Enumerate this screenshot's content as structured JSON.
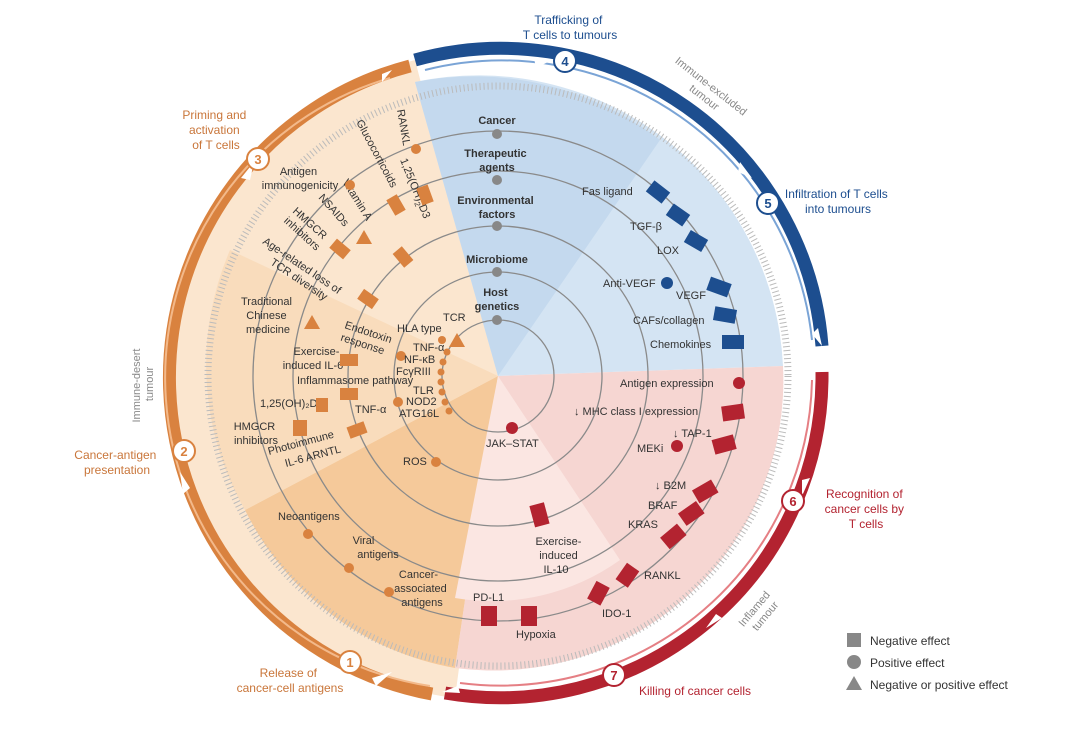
{
  "steps": [
    {
      "num": "1",
      "label": [
        "Release of",
        "cancer-cell antigens"
      ]
    },
    {
      "num": "2",
      "label": [
        "Cancer-antigen",
        "presentation"
      ]
    },
    {
      "num": "3",
      "label": [
        "Priming and",
        "activation",
        "of T cells"
      ]
    },
    {
      "num": "4",
      "label": [
        "Trafficking of",
        "T cells to tumours"
      ]
    },
    {
      "num": "5",
      "label": [
        "Infiltration of T cells",
        "into tumours"
      ]
    },
    {
      "num": "6",
      "label": [
        "Recognition of",
        "cancer cells by",
        "T cells"
      ]
    },
    {
      "num": "7",
      "label": [
        "Killing of cancer cells"
      ]
    }
  ],
  "regions": {
    "desert": [
      "Immune-desert",
      "tumour"
    ],
    "excluded": [
      "Immune-excluded",
      "tumour"
    ],
    "inflamed": [
      "Inflamed",
      "tumour"
    ]
  },
  "rings": [
    {
      "label": [
        "Cancer"
      ]
    },
    {
      "label": [
        "Therapeutic",
        "agents"
      ]
    },
    {
      "label": [
        "Environmental",
        "factors"
      ]
    },
    {
      "label": [
        "Microbiome"
      ]
    },
    {
      "label": [
        "Host",
        "genetics"
      ]
    }
  ],
  "factors": {
    "rankl_top": "RANKL",
    "glucocorticoids": "Glucocorticoids",
    "vitd_pre": "1,25(OH)",
    "vitd_sub": "2",
    "vitd_post": "D3",
    "vitamin_a": "Vitamin A",
    "nsaids": "NSAIDs",
    "antigen_immuno": [
      "Antigen",
      "immunogenicity"
    ],
    "hmgcr_top": [
      "HMGCR",
      "inhibitors"
    ],
    "age_loss": [
      "Age-related loss of",
      "TCR diversity"
    ],
    "tcm": [
      "Traditional",
      "Chinese",
      "medicine"
    ],
    "endotoxin": [
      "Endotoxin",
      "response"
    ],
    "exercise_il6": [
      "Exercise-",
      "induced IL-6"
    ],
    "hla": "HLA type",
    "tcr": "TCR",
    "tnfa_a": "TNF-α",
    "nfkb": "NF-κB",
    "fcgr": "FcγRIII",
    "inflammasome": "Inflammasome pathway",
    "tlr": "TLR",
    "nod2": "NOD2",
    "atg16l": "ATG16L",
    "vitd_lower": "1,25(OH)₂D3",
    "tnfa_b": "TNF-α",
    "hmgcr_bottom": [
      "HMGCR",
      "inhibitors"
    ],
    "photoimmune": "Photoimmune",
    "il6_arntl": "IL-6 ARNTL",
    "ros": "ROS",
    "neoantigens": "Neoantigens",
    "viral": [
      "Viral",
      "antigens"
    ],
    "cancer_assoc": [
      "Cancer-",
      "associated",
      "antigens"
    ],
    "fas": "Fas ligand",
    "tgfb": "TGF-β",
    "lox": "LOX",
    "anti_vegf": "Anti-VEGF",
    "vegf": "VEGF",
    "cafs": "CAFs/collagen",
    "chemokines": "Chemokines",
    "antigen_expr": "Antigen expression",
    "mhc": "↓ MHC class I expression",
    "tap1": "↓ TAP-1",
    "meki": "MEKi",
    "b2m": "↓ B2M",
    "braf": "BRAF",
    "kras": "KRAS",
    "rankl_bottom": "RANKL",
    "ido1": "IDO-1",
    "hypoxia": "Hypoxia",
    "pdl1": "PD-L1",
    "il10": [
      "Exercise-",
      "induced",
      "IL-10"
    ],
    "jakstat": "JAK–STAT"
  },
  "legend": {
    "negative": "Negative effect",
    "positive": "Positive effect",
    "both": "Negative or positive effect"
  },
  "colors": {
    "orange": "#d9823f",
    "blue": "#1d4e8f",
    "red": "#b32330",
    "orange_light": "#fbe8d4",
    "blue_light": "#dce9f5",
    "red_light": "#f8dedc"
  }
}
